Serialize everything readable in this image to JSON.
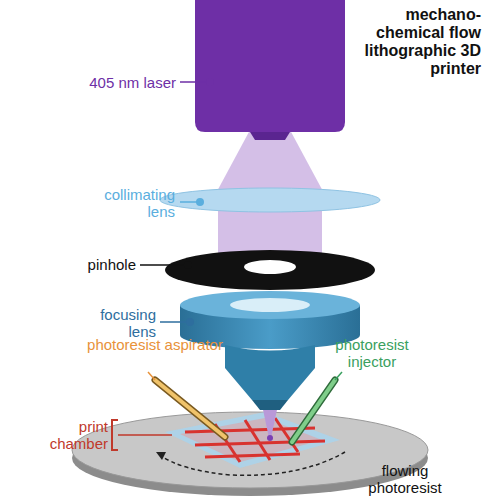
{
  "diagram": {
    "title": "mechano-chemical flow lithographic 3D printer",
    "labels": [
      "405 nm laser",
      "collimating lens",
      "pinhole",
      "focusing lens",
      "photoresist aspirator",
      "photoresist injector",
      "print chamber",
      "flowing photoresist"
    ]
  }
}
